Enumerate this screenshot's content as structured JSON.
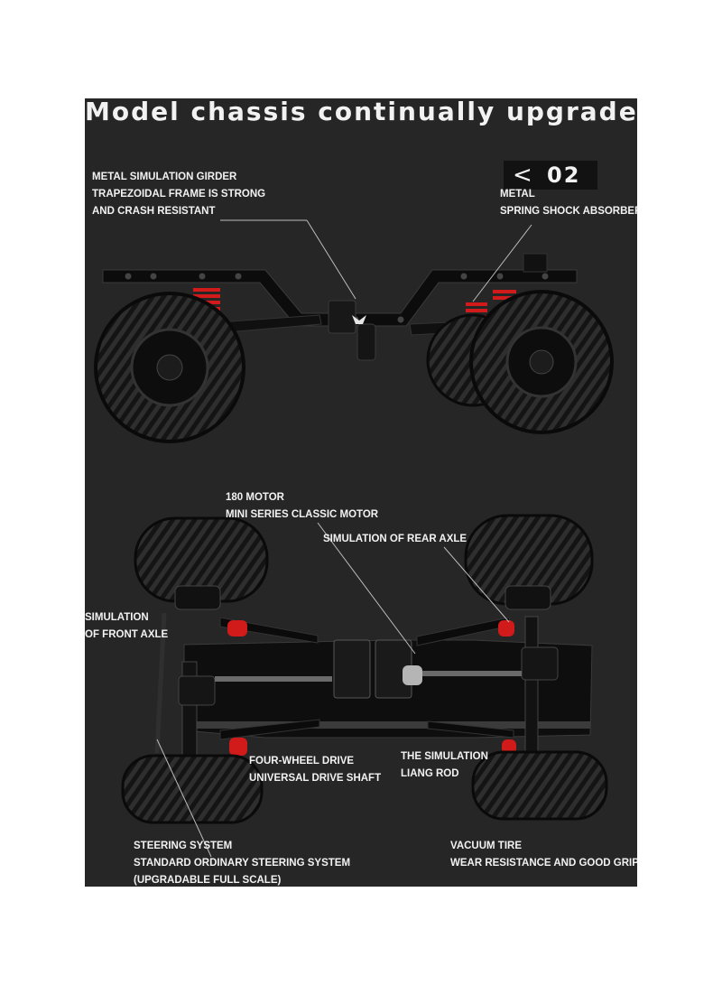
{
  "title": "Model chassis continually upgraded",
  "badge": {
    "arrow": "<",
    "number": "02"
  },
  "colors": {
    "background": "#262626",
    "text": "#f2f2f2",
    "spring": "#d11a1a",
    "tire": "#161616"
  },
  "labels": {
    "girder": [
      "METAL SIMULATION GIRDER",
      "TRAPEZOIDAL FRAME IS STRONG",
      "AND CRASH RESISTANT"
    ],
    "spring": [
      "METAL",
      "SPRING SHOCK ABSORBER"
    ],
    "motor": [
      "180 MOTOR",
      "MINI SERIES CLASSIC MOTOR"
    ],
    "rear_axle": [
      "SIMULATION OF REAR AXLE"
    ],
    "front_axle": [
      "SIMULATION",
      "OF FRONT AXLE"
    ],
    "drive_shaft": [
      "FOUR-WHEEL DRIVE",
      "UNIVERSAL DRIVE SHAFT"
    ],
    "liang_rod": [
      "THE SIMULATION",
      "LIANG ROD"
    ],
    "steering": [
      "STEERING SYSTEM",
      "STANDARD ORDINARY STEERING SYSTEM",
      "(UPGRADABLE FULL SCALE)"
    ],
    "tire": [
      "VACUUM TIRE",
      "WEAR RESISTANCE AND GOOD GRIP"
    ]
  }
}
